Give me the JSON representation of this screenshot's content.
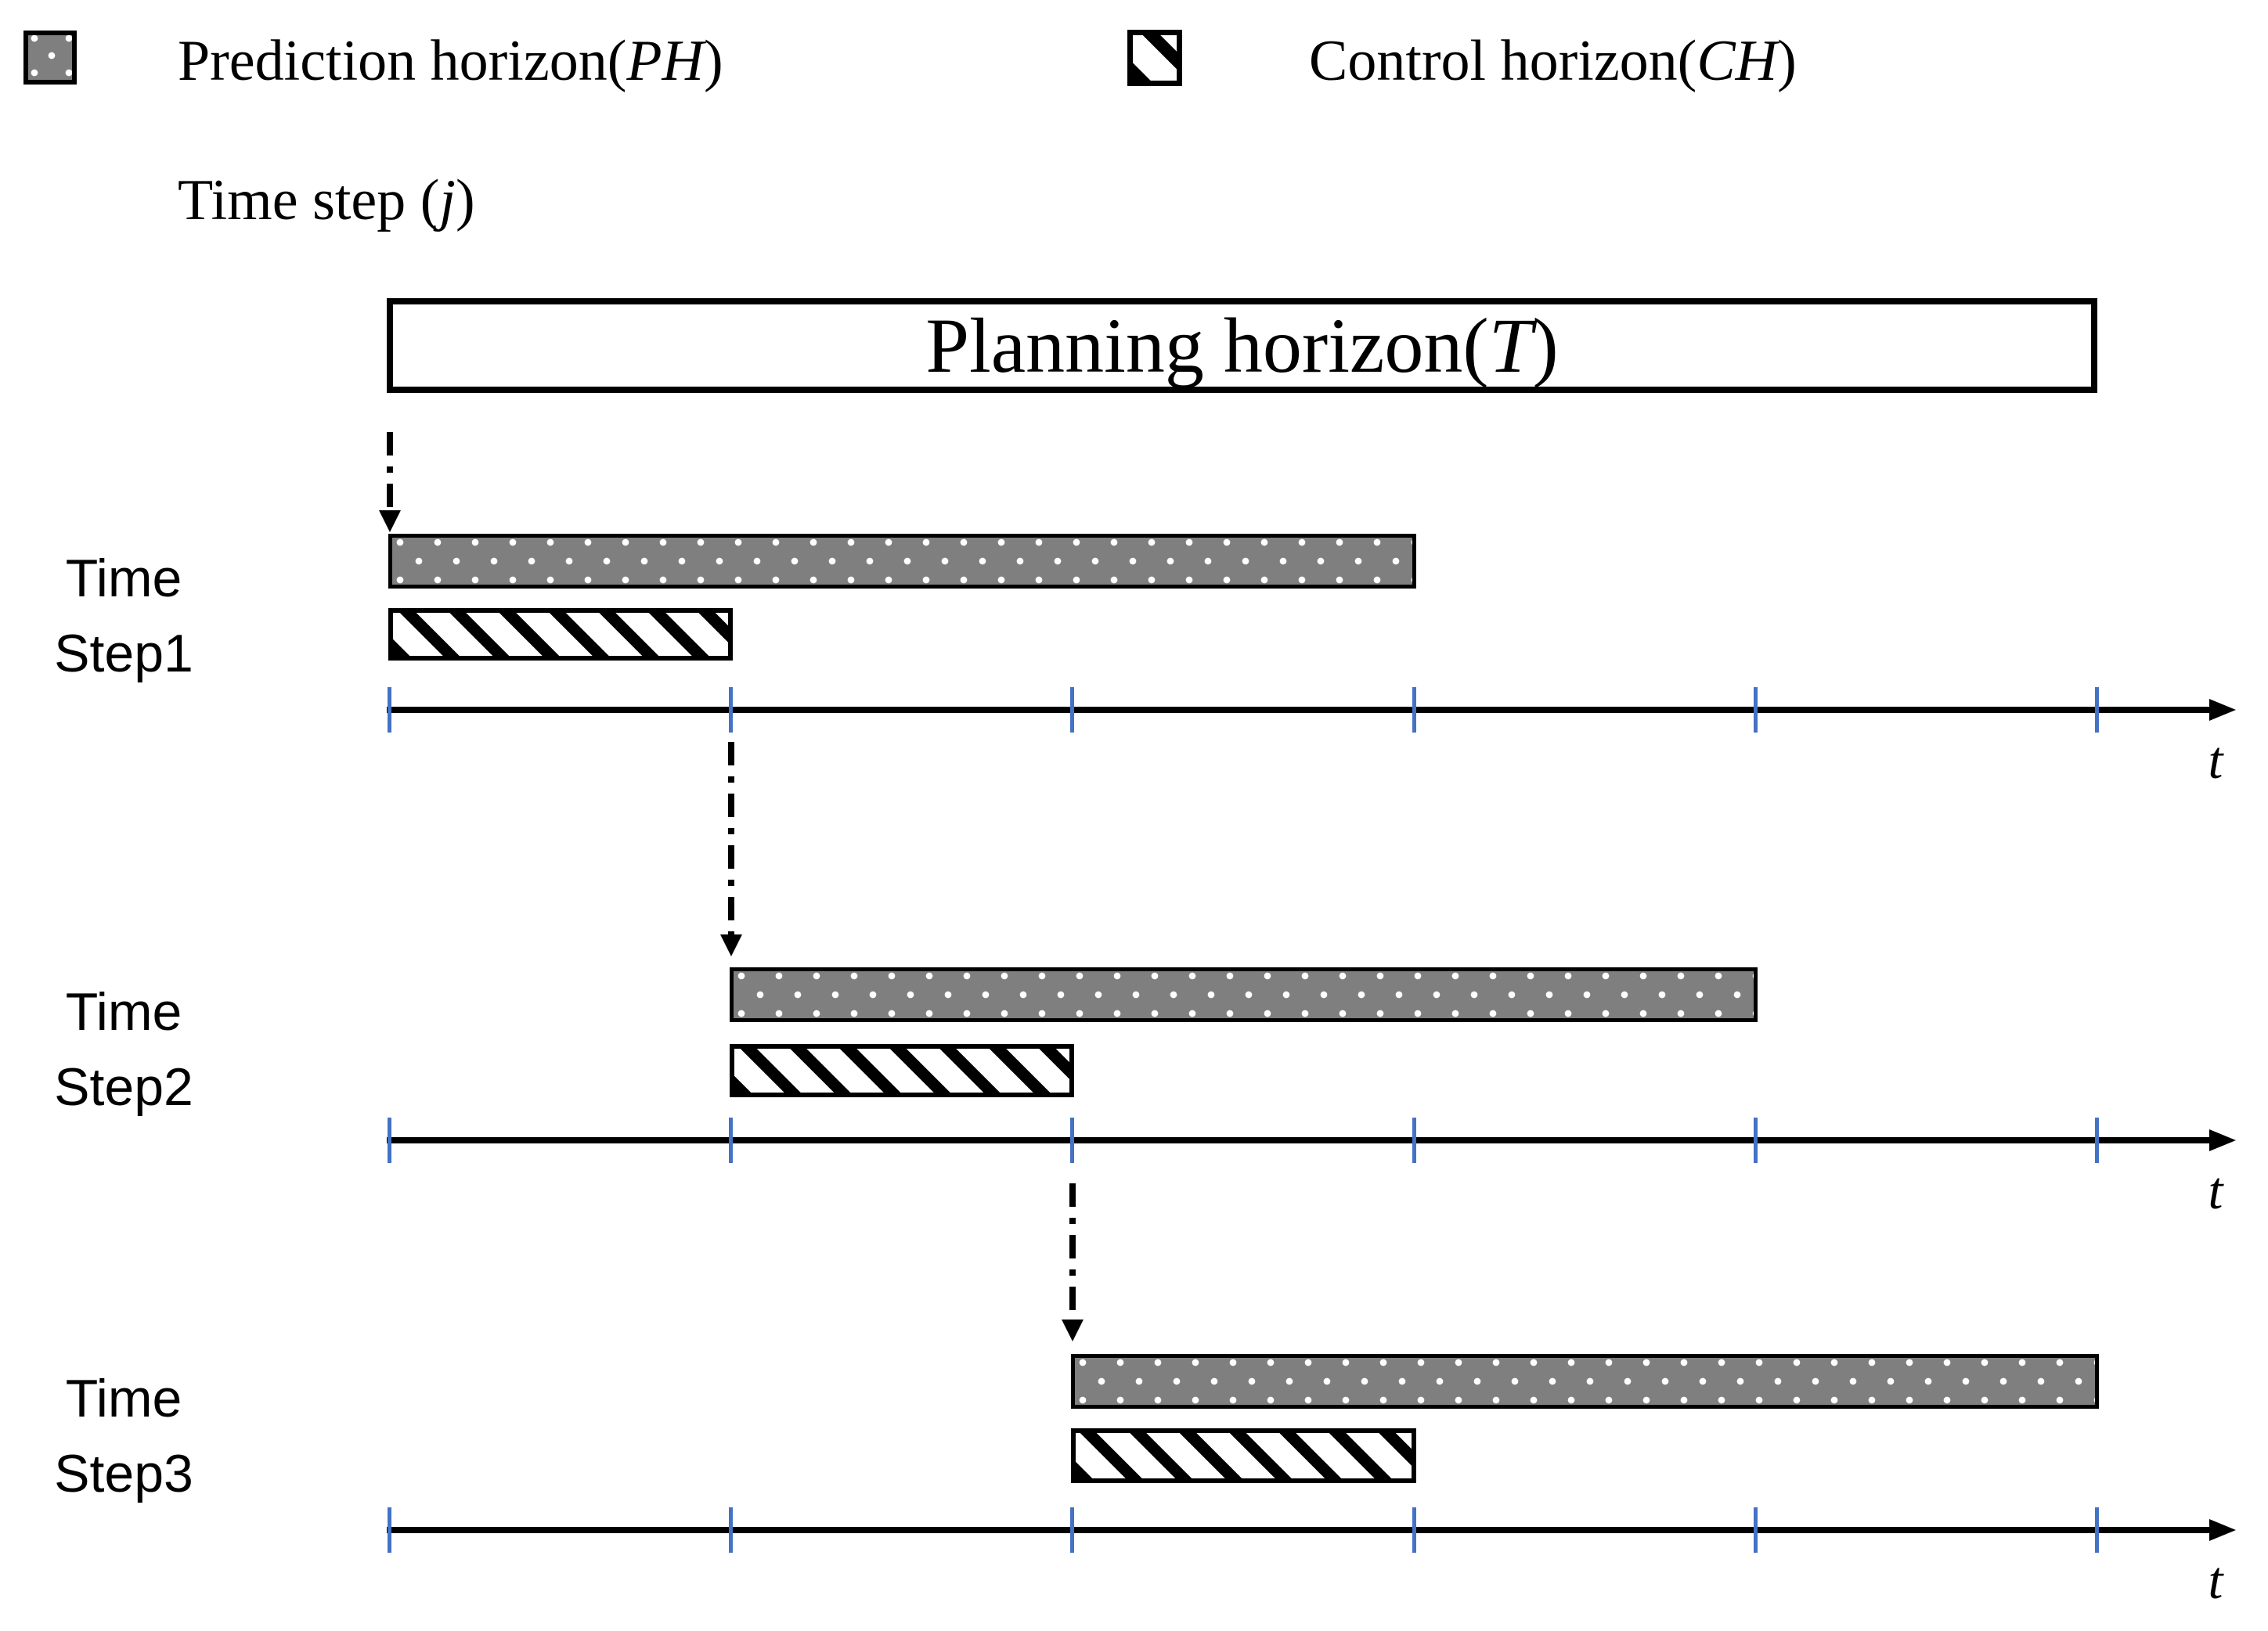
{
  "colors": {
    "accent_blue": "#4472C4",
    "bar_gray": "#7F7F7F",
    "ink": "#000000"
  },
  "legend": {
    "prediction": {
      "prefix": "Prediction horizon(",
      "symbol": "PH",
      "suffix": ")"
    },
    "control": {
      "prefix": "Control horizon(",
      "symbol": "CH",
      "suffix": ")"
    },
    "time_step": {
      "prefix": "Time step (",
      "symbol": "j",
      "suffix": ")"
    }
  },
  "planning": {
    "prefix": "Planning horizon(",
    "symbol": "T",
    "suffix": ")"
  },
  "timeline": {
    "t_label": "t",
    "tick_count": 6
  },
  "steps": [
    {
      "line1": "Time",
      "line2": "Step1"
    },
    {
      "line1": "Time",
      "line2": "Step2"
    },
    {
      "line1": "Time",
      "line2": "Step3"
    }
  ]
}
